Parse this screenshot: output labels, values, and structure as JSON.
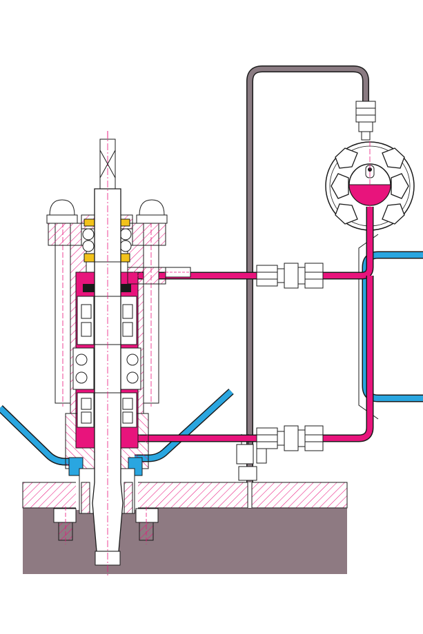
{
  "diagram": {
    "colors": {
      "oil": "#e8147c",
      "coolant": "#2aa6e0",
      "air": "#8a7b82",
      "foundation": "#8e7a82",
      "hatch": "#e8147c",
      "outline": "#1a1a1a",
      "steel": "#ffffff",
      "seal": "#f2c21b"
    },
    "components": [
      {
        "id": "drive-shaft",
        "icon": "shaft-icon"
      },
      {
        "id": "spindle-housing",
        "icon": "housing-icon"
      },
      {
        "id": "bearing-pair",
        "icon": "bearing-icon"
      },
      {
        "id": "oil-reservoir",
        "icon": "sight-glass-icon"
      },
      {
        "id": "air-pipe",
        "icon": "pipe-icon"
      },
      {
        "id": "oil-supply-line",
        "icon": "pipe-icon"
      },
      {
        "id": "oil-return-line",
        "icon": "pipe-icon"
      },
      {
        "id": "coolant-line",
        "icon": "pipe-icon"
      },
      {
        "id": "foundation-block",
        "icon": "foundation-icon"
      }
    ]
  }
}
